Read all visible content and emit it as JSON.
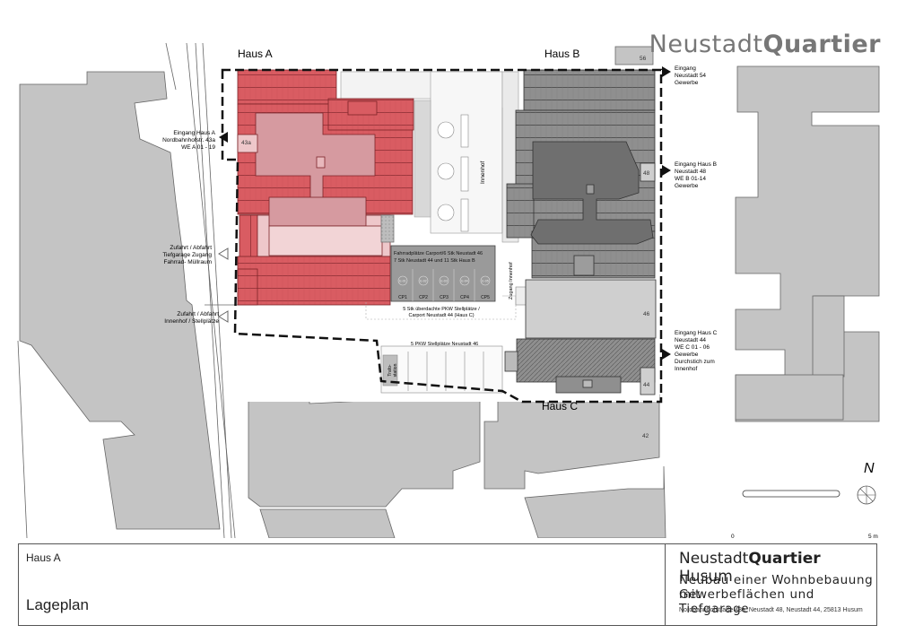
{
  "brand": {
    "light": "Neustadt",
    "bold": "Quartier"
  },
  "houses": {
    "a": "Haus A",
    "b": "Haus B",
    "c": "Haus C"
  },
  "entrances": {
    "haus_a": [
      "Eingang Haus A",
      "Nordbahnhofstr. 43a",
      "WE A 01 - 19"
    ],
    "zufahrt_tg": [
      "Zufahrt / Abfahrt",
      "Tiefgarage Zugang",
      "Fahrrad- Müllraum"
    ],
    "zufahrt_innenhof": [
      "Zufahrt / Abfahrt",
      "Innenhof / Stellplätze"
    ],
    "neustadt54": [
      "Eingang",
      "Neustadt 54",
      "Gewerbe"
    ],
    "haus_b": [
      "Eingang Haus B",
      "Neustadt 48",
      "WE B 01-14",
      "Gewerbe"
    ],
    "haus_c": [
      "Eingang Haus C",
      "Neustadt 44",
      "WE C 01 - 06",
      "Gewerbe",
      "Durchstich zum",
      "Innenhof"
    ]
  },
  "labels": {
    "innenhof": "Innenhof",
    "zugang_innenhof": "Zugang Innenhof",
    "fahrrad": [
      "Fahrradplätze Carport/6 Stk Neustadt 46",
      "7 Stk Neustadt 44 und 11 Stk Haus B"
    ],
    "carport": [
      "5 Stk überdachte PKW Stellplätze /",
      "Carport Neustadt 44 (Haus C)"
    ],
    "pkw": "5 PKW Stellplätze Neustadt 46",
    "trafo": [
      "Trafo-",
      "station"
    ],
    "cp": [
      "CP1",
      "CP2",
      "CP3",
      "CP4",
      "CP5"
    ],
    "e": [
      "E-01",
      "E-02",
      "E-03",
      "E-04",
      "E-05"
    ]
  },
  "numbers": {
    "n56": "56",
    "n48": "48",
    "n46": "46",
    "n44": "44",
    "n42": "42",
    "n43a": "43a"
  },
  "north": "N",
  "scale": {
    "zero": "0",
    "five": "5 m"
  },
  "title_block": {
    "house": "Haus A",
    "plan": "Lageplan",
    "project_light": "Neustadt",
    "project_bold": "Quartier",
    "project_tail": " Husum",
    "desc1": "Neubau einer Wohnbebauung mit",
    "desc2": "Gewerbeflächen und Tiefgarage",
    "address": "Nordbahnhofstraße 43a, Neustadt 48, Neustadt 44, 25813 Husum"
  },
  "colors": {
    "haus_a": "#d95c62",
    "haus_a_light": "#eec7ca",
    "haus_b": "#8a8a8a",
    "neighbors": "#c4c4c4"
  }
}
